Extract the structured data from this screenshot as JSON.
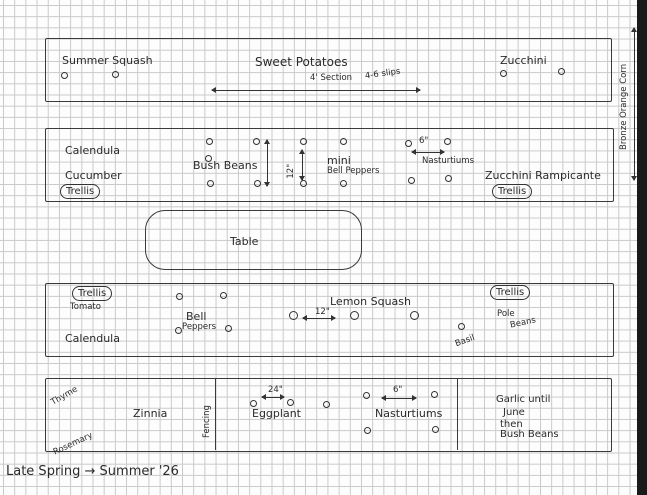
{
  "bed1": {
    "summer_squash": "Summer Squash",
    "sweet_potatoes": "Sweet Potatoes",
    "section": "4' Section",
    "slips": "4-6 slips",
    "zucchini": "Zucchini"
  },
  "bed2": {
    "calendula": "Calendula",
    "cucumber": "Cucumber",
    "trellis_left": "Trellis",
    "bush_beans": "Bush Beans",
    "spacing_12": "12\"",
    "mini_bell_peppers_1": "mini",
    "mini_bell_peppers_2": "Bell Peppers",
    "spacing_6": "6\"",
    "nasturtiums": "Nasturtiums",
    "zucchini_rampicante": "Zucchini Rampicante",
    "trellis_right": "Trellis"
  },
  "table": {
    "label": "Table"
  },
  "bed3": {
    "trellis_left": "Trellis",
    "tomato": "Tomato",
    "calendula": "Calendula",
    "bell": "Bell",
    "peppers": "Peppers",
    "spacing_12": "12\"",
    "lemon_squash": "Lemon Squash",
    "basil": "Basil",
    "trellis_right": "Trellis",
    "pole": "Pole",
    "beans": "Beans"
  },
  "bed4": {
    "thyme": "Thyme",
    "rosemary": "Rosemary",
    "zinnia": "Zinnia",
    "fencing": "Fencing",
    "spacing_24": "24\"",
    "eggplant": "Eggplant",
    "spacing_6": "6\"",
    "nasturtiums": "Nasturtiums",
    "garlic_1": "Garlic until",
    "garlic_2": "June",
    "garlic_3": "then",
    "garlic_4": "Bush Beans"
  },
  "side": {
    "corn": "Bronze Orange Corn"
  },
  "caption": "Late Spring → Summer '26"
}
